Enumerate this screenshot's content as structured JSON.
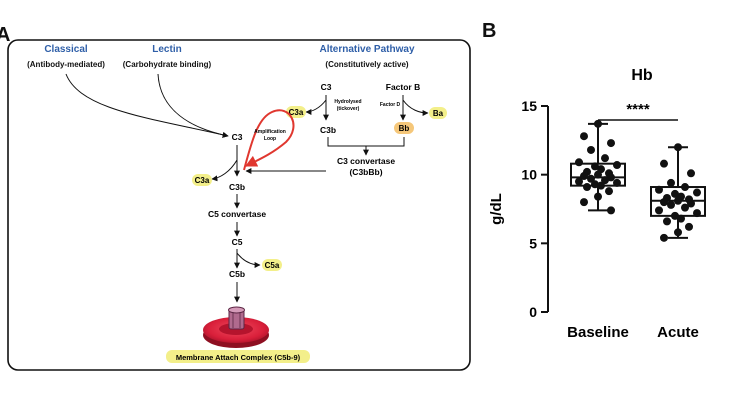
{
  "panel_a": {
    "letter": "A",
    "pathways": {
      "classical": {
        "title": "Classical",
        "subtitle": "(Antibody-mediated)"
      },
      "lectin": {
        "title": "Lectin",
        "subtitle": "(Carbohydrate binding)"
      },
      "alternative": {
        "title": "Alternative Pathway",
        "subtitle": "(Constitutively active)"
      }
    },
    "nodes": {
      "c3_alt": "C3",
      "factor_b": "Factor B",
      "hydrolysed_1": "Hydrolysed",
      "hydrolysed_2": "(tickover)",
      "factor_d": "Factor D",
      "c3a_alt": "C3a",
      "ba": "Ba",
      "c3b_alt": "C3b",
      "bb": "Bb",
      "c3_main": "C3",
      "amp_loop_1": "Amplification",
      "amp_loop_2": "Loop",
      "c3_convertase": "C3 convertase",
      "c3_convertase_sub": "(C3bBb)",
      "c3a_main": "C3a",
      "c3b_main": "C3b",
      "c5_convertase": "C5 convertase",
      "c5": "C5",
      "c5a": "C5a",
      "c5b": "C5b",
      "mac": "Membrane Attach Complex (C5b-9)"
    },
    "colors": {
      "pathway_title": "#2f5fa8",
      "highlight": "#f3ef8a",
      "bb_highlight": "#f5c77a",
      "amp_loop": "#e0372f",
      "cell": "#d91f3a"
    }
  },
  "panel_b": {
    "letter": "B",
    "chart_data": {
      "type": "box",
      "title": "Hb",
      "ylabel": "g/dL",
      "xlabel": "",
      "ylim": [
        0,
        15
      ],
      "yticks": [
        0,
        5,
        10,
        15
      ],
      "categories": [
        "Baseline",
        "Acute"
      ],
      "significance": "****",
      "series": [
        {
          "name": "Baseline",
          "box": {
            "min": 7.4,
            "q1": 9.2,
            "median": 9.8,
            "q3": 10.8,
            "max": 13.7
          },
          "points": [
            13.7,
            12.8,
            12.3,
            11.8,
            11.2,
            10.9,
            10.7,
            10.6,
            10.4,
            10.2,
            10.1,
            10.0,
            9.9,
            9.8,
            9.7,
            9.6,
            9.5,
            9.4,
            9.3,
            9.2,
            9.1,
            8.8,
            8.4,
            8.0,
            7.4
          ]
        },
        {
          "name": "Acute",
          "box": {
            "min": 5.4,
            "q1": 7.0,
            "median": 8.1,
            "q3": 9.1,
            "max": 12.0
          },
          "points": [
            12.0,
            10.8,
            10.1,
            9.4,
            9.1,
            8.9,
            8.7,
            8.6,
            8.4,
            8.3,
            8.2,
            8.1,
            8.0,
            7.9,
            7.8,
            7.6,
            7.4,
            7.2,
            7.0,
            6.8,
            6.6,
            6.2,
            5.8,
            5.4
          ]
        }
      ]
    }
  }
}
